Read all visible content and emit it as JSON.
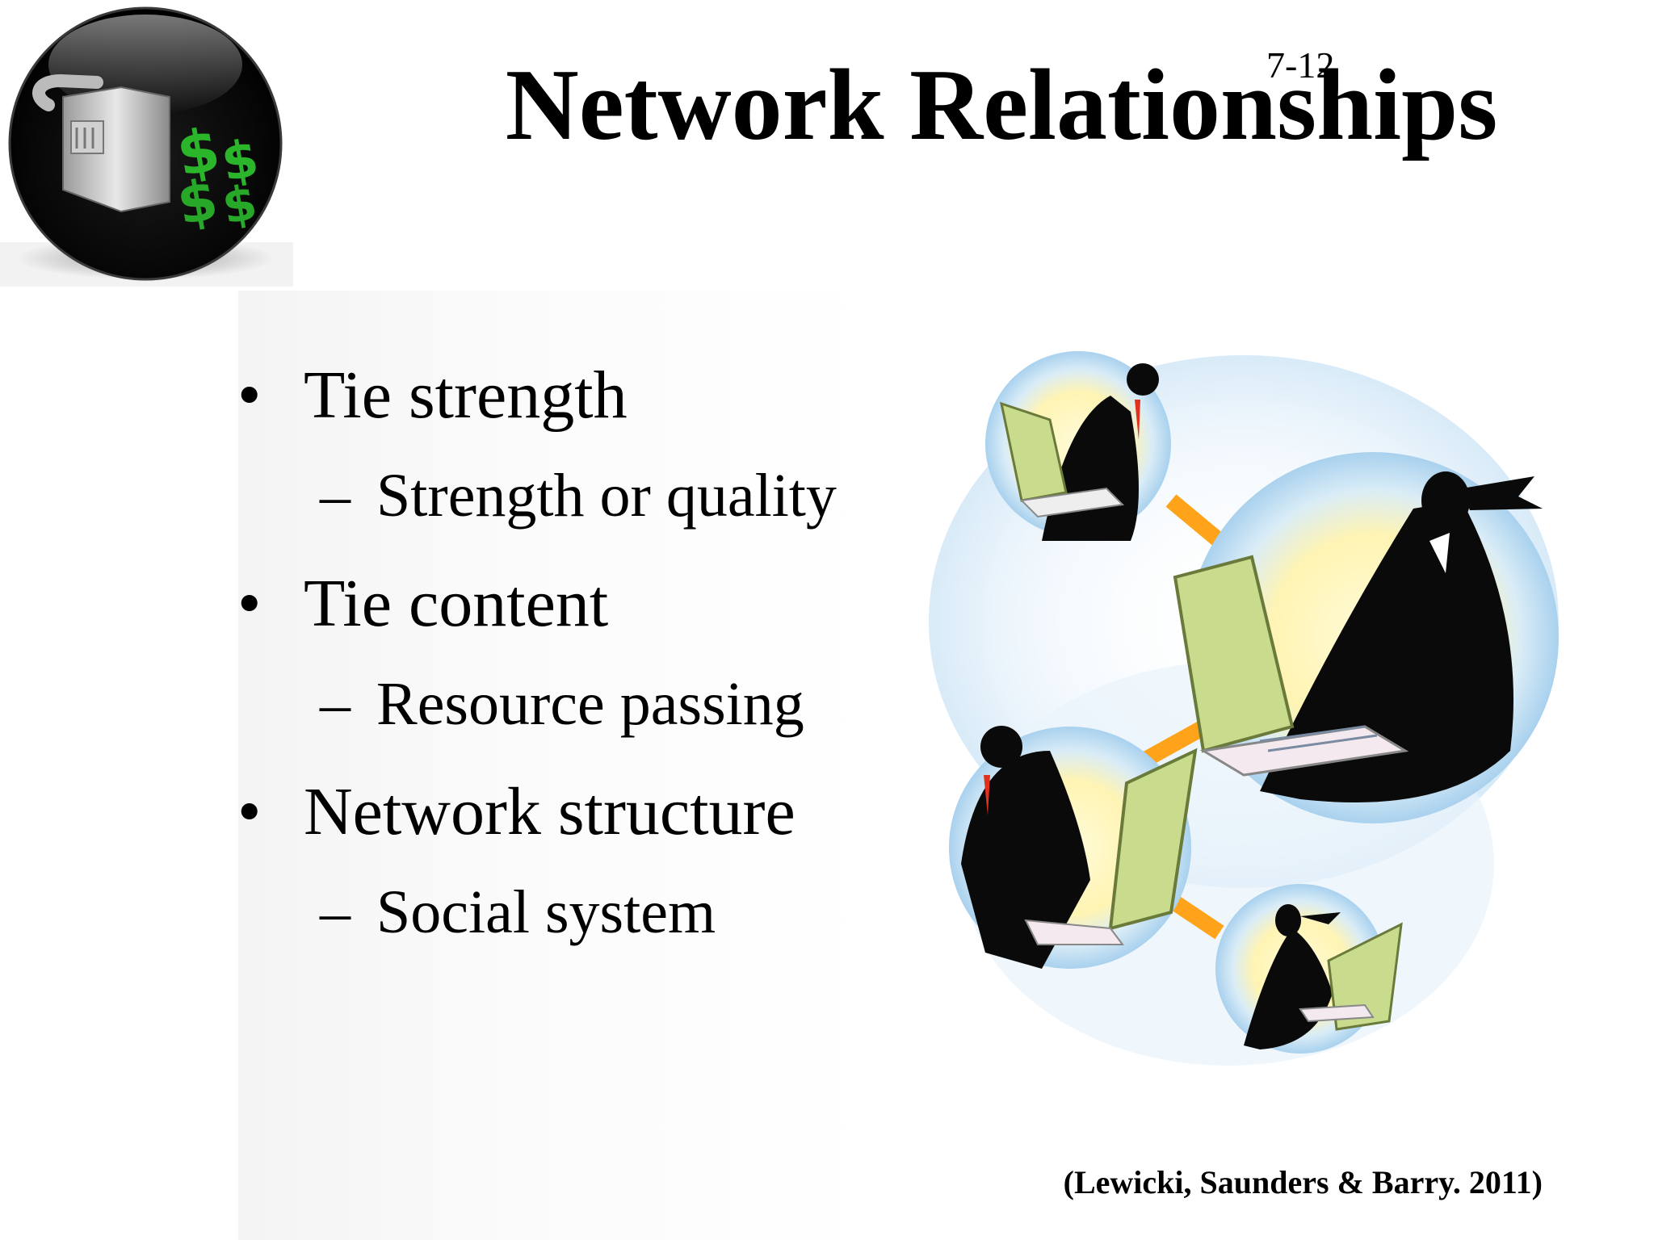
{
  "slide": {
    "number": "7-12",
    "title": "Network Relationships",
    "bullets": [
      {
        "text": "Tie strength",
        "sub": "Strength or quality"
      },
      {
        "text": "Tie content",
        "sub": "Resource passing"
      },
      {
        "text": "Network structure",
        "sub": "Social system"
      }
    ],
    "bullet_marker": "•",
    "sub_marker": "–",
    "citation": "(Lewicki, Saunders & Barry. 2011)"
  },
  "icons": {
    "logo": "plug-with-dollar-signs-logo",
    "illustration": "networked-people-at-laptops-illustration"
  },
  "colors": {
    "logo_money": "#2bb52b",
    "connector": "#ffa31a",
    "laptop_screen": "#c9dc8e",
    "bubble_blue": "#b7d8f0",
    "bubble_yellow": "#fff5b8"
  }
}
